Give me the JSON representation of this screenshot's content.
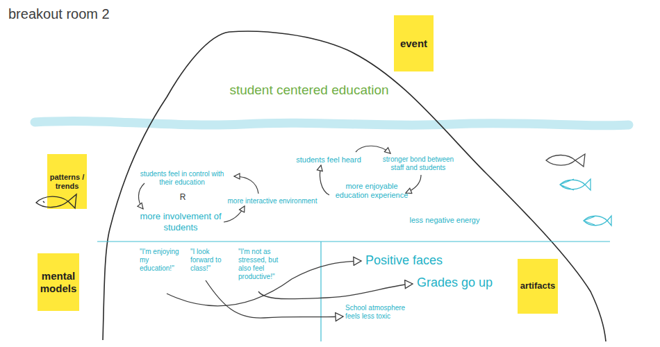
{
  "diagram": {
    "title": "breakout room 2",
    "nodes": [
      {
        "text": [
          "event"
        ]
      },
      {
        "text": [
          "patterns / trends"
        ]
      },
      {
        "text": [
          "mental models"
        ]
      },
      {
        "text": [
          "artifacts"
        ]
      }
    ],
    "labels": [
      "student centered education",
      "students feel in control with their education",
      "R",
      "more involvement of students",
      "more interactive environment",
      "students feel heard",
      "stronger bond between staff and students",
      "more enjoyable education experience",
      "less negative energy",
      "\"I'm enjoying my education!\"",
      "\"I look forward to class!\"",
      "\"I'm not as stressed, but also feel productive!\"",
      "Positive faces",
      "Grades go up",
      "School atmosphere feels less toxic"
    ]
  }
}
